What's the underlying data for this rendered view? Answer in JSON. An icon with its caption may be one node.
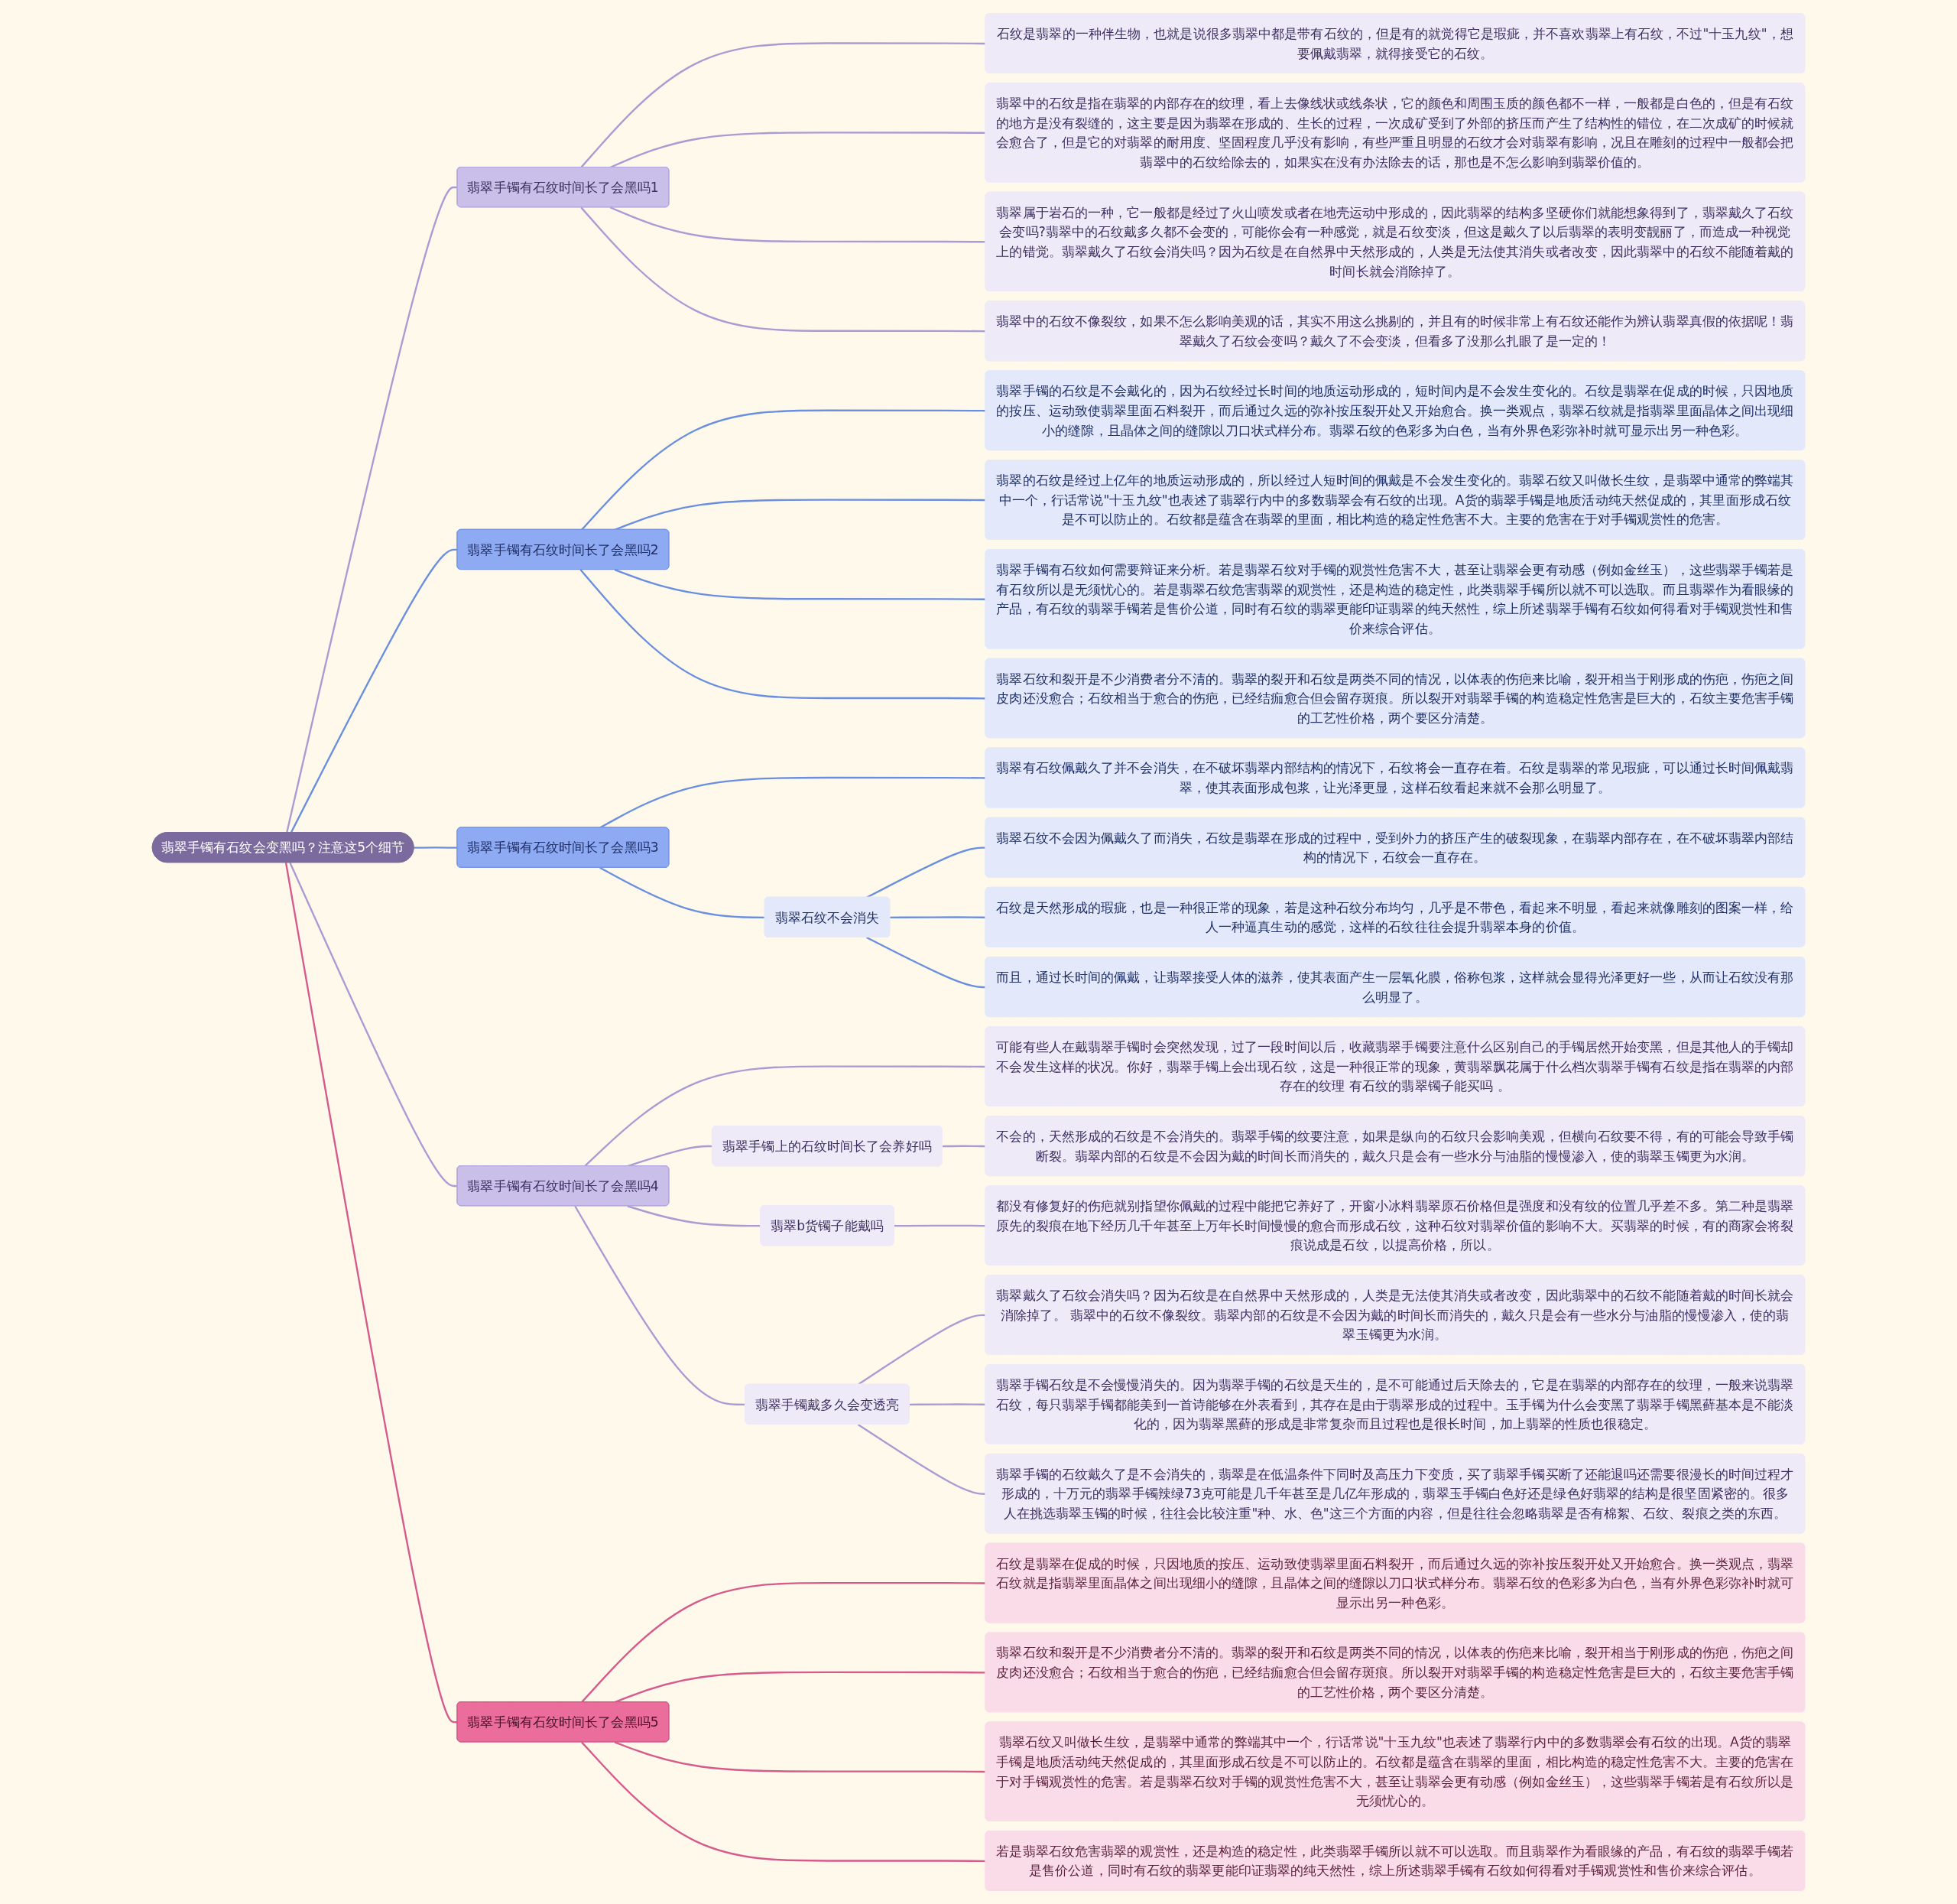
{
  "diagram": {
    "nodes": [
      {
        "text": [
          "翡翠手镯有石纹会变黑吗？注意这5个细节"
        ]
      },
      {
        "text": [
          "翡翠手镯有石纹时间长了会黑吗1"
        ]
      },
      {
        "text": [
          "石纹是翡翠的一种伴生物，也就是说很多翡翠中都是带有石纹的，但是有的就觉得它是瑕疵，并不喜欢翡翠上有石纹，不过\"十玉九纹\"，想要佩戴翡翠，就得接受它的石纹。"
        ]
      },
      {
        "text": [
          "翡翠中的石纹是指在翡翠的内部存在的纹理，看上去像线状或线条状，它的颜色和周围玉质的颜色都不一样，一般都是白色的，但是有石纹的地方是没有裂缝的，这主要是因为翡翠在形成的、生长的过程，一次成矿受到了外部的挤压而产生了结构性的错位，在二次成矿的时候就会愈合了，但是它的对翡翠的耐用度、坚固程度几乎没有影响，有些严重且明显的石纹才会对翡翠有影响，况且在雕刻的过程中一般都会把翡翠中的石纹给除去的，如果实在没有办法除去的话，那也是不怎么影响到翡翠价值的。"
        ]
      },
      {
        "text": [
          "翡翠属于岩石的一种，它一般都是经过了火山喷发或者在地壳运动中形成的，因此翡翠的结构多坚硬你们就能想象得到了，翡翠戴久了石纹会变吗?翡翠中的石纹戴多久都不会变的，可能你会有一种感觉，就是石纹变淡，但这是戴久了以后翡翠的表明变靓丽了，而造成一种视觉上的错觉。翡翠戴久了石纹会消失吗？因为石纹是在自然界中天然形成的，人类是无法使其消失或者改变，因此翡翠中的石纹不能随着戴的时间长就会消除掉了。"
        ]
      },
      {
        "text": [
          "翡翠中的石纹不像裂纹，如果不怎么影响美观的话，其实不用这么挑剔的，并且有的时候非常上有石纹还能作为辨认翡翠真假的依据呢！翡翠戴久了石纹会变吗？戴久了不会变淡，但看多了没那么扎眼了是一定的！"
        ]
      },
      {
        "text": [
          "翡翠手镯有石纹时间长了会黑吗2"
        ]
      },
      {
        "text": [
          "翡翠手镯的石纹是不会戴化的，因为石纹经过长时间的地质运动形成的，短时间内是不会发生变化的。石纹是翡翠在促成的时候，只因地质的按压、运动致使翡翠里面石料裂开，而后通过久远的弥补按压裂开处又开始愈合。换一类观点，翡翠石纹就是指翡翠里面晶体之间出现细小的缝隙，且晶体之间的缝隙以刀口状式样分布。翡翠石纹的色彩多为白色，当有外界色彩弥补时就可显示出另一种色彩。"
        ]
      },
      {
        "text": [
          "翡翠的石纹是经过上亿年的地质运动形成的，所以经过人短时间的佩戴是不会发生变化的。翡翠石纹又叫做长生纹，是翡翠中通常的弊端其中一个，行话常说\"十玉九纹\"也表述了翡翠行内中的多数翡翠会有石纹的出现。A货的翡翠手镯是地质活动纯天然促成的，其里面形成石纹是不可以防止的。石纹都是蕴含在翡翠的里面，相比构造的稳定性危害不大。主要的危害在于对手镯观赏性的危害。"
        ]
      },
      {
        "text": [
          "翡翠手镯有石纹如何需要辩证来分析。若是翡翠石纹对手镯的观赏性危害不大，甚至让翡翠会更有动感（例如金丝玉），这些翡翠手镯若是有石纹所以是无须忧心的。若是翡翠石纹危害翡翠的观赏性，还是构造的稳定性，此类翡翠手镯所以就不可以选取。而且翡翠作为看眼缘的产品，有石纹的翡翠手镯若是售价公道，同时有石纹的翡翠更能印证翡翠的纯天然性，综上所述翡翠手镯有石纹如何得看对手镯观赏性和售价来综合评估。"
        ]
      },
      {
        "text": [
          "翡翠石纹和裂开是不少消费者分不清的。翡翠的裂开和石纹是两类不同的情况，以体表的伤疤来比喻，裂开相当于刚形成的伤疤，伤疤之间皮肉还没愈合；石纹相当于愈合的伤疤，已经结痂愈合但会留存斑痕。所以裂开对翡翠手镯的构造稳定性危害是巨大的，石纹主要危害手镯的工艺性价格，两个要区分清楚。"
        ]
      },
      {
        "text": [
          "翡翠手镯有石纹时间长了会黑吗3"
        ]
      },
      {
        "text": [
          "翡翠有石纹佩戴久了并不会消失，在不破坏翡翠内部结构的情况下，石纹将会一直存在着。石纹是翡翠的常见瑕疵，可以通过长时间佩戴翡翠，使其表面形成包浆，让光泽更显，这样石纹看起来就不会那么明显了。"
        ]
      },
      {
        "text": [
          "翡翠石纹不会消失"
        ]
      },
      {
        "text": [
          "翡翠石纹不会因为佩戴久了而消失，石纹是翡翠在形成的过程中，受到外力的挤压产生的破裂现象，在翡翠内部存在，在不破坏翡翠内部结构的情况下，石纹会一直存在。"
        ]
      },
      {
        "text": [
          "石纹是天然形成的瑕疵，也是一种很正常的现象，若是这种石纹分布均匀，几乎是不带色，看起来不明显，看起来就像雕刻的图案一样，给人一种逼真生动的感觉，这样的石纹往往会提升翡翠本身的价值。"
        ]
      },
      {
        "text": [
          "而且，通过长时间的佩戴，让翡翠接受人体的滋养，使其表面产生一层氧化膜，俗称包浆，这样就会显得光泽更好一些，从而让石纹没有那么明显了。"
        ]
      },
      {
        "text": [
          "翡翠手镯有石纹时间长了会黑吗4"
        ]
      },
      {
        "text": [
          "可能有些人在戴翡翠手镯时会突然发现，过了一段时间以后，收藏翡翠手镯要注意什么区别自己的手镯居然开始变黑，但是其他人的手镯却不会发生这样的状况。你好，翡翠手镯上会出现石纹，这是一种很正常的现象，黄翡翠飘花属于什么档次翡翠手镯有石纹是指在翡翠的内部存在的纹理 有石纹的翡翠镯子能买吗 。"
        ]
      },
      {
        "text": [
          "翡翠手镯上的石纹时间长了会养好吗"
        ]
      },
      {
        "text": [
          "不会的，天然形成的石纹是不会消失的。翡翠手镯的纹要注意，如果是纵向的石纹只会影响美观，但横向石纹要不得，有的可能会导致手镯断裂。翡翠内部的石纹是不会因为戴的时间长而消失的，戴久只是会有一些水分与油脂的慢慢渗入，使的翡翠玉镯更为水润。"
        ]
      },
      {
        "text": [
          "翡翠b货镯子能戴吗"
        ]
      },
      {
        "text": [
          "都没有修复好的伤疤就别指望你佩戴的过程中能把它养好了，开窗小冰料翡翠原石价格但是强度和没有纹的位置几乎差不多。第二种是翡翠原先的裂痕在地下经历几千年甚至上万年长时间慢慢的愈合而形成石纹，这种石纹对翡翠价值的影响不大。买翡翠的时候，有的商家会将裂痕说成是石纹，以提高价格，所以。"
        ]
      },
      {
        "text": [
          "翡翠手镯戴多久会变透亮"
        ]
      },
      {
        "text": [
          "翡翠戴久了石纹会消失吗？因为石纹是在自然界中天然形成的，人类是无法使其消失或者改变，因此翡翠中的石纹不能随着戴的时间长就会消除掉了。 翡翠中的石纹不像裂纹。翡翠内部的石纹是不会因为戴的时间长而消失的，戴久只是会有一些水分与油脂的慢慢渗入，使的翡翠玉镯更为水润。"
        ]
      },
      {
        "text": [
          "翡翠手镯石纹是不会慢慢消失的。因为翡翠手镯的石纹是天生的，是不可能通过后天除去的，它是在翡翠的内部存在的纹理，一般来说翡翠石纹，每只翡翠手镯都能美到一首诗能够在外表看到，其存在是由于翡翠形成的过程中。玉手镯为什么会变黑了翡翠手镯黑藓基本是不能淡化的，因为翡翠黑藓的形成是非常复杂而且过程也是很长时间，加上翡翠的性质也很稳定。"
        ]
      },
      {
        "text": [
          "翡翠手镯的石纹戴久了是不会消失的，翡翠是在低温条件下同时及高压力下变质，买了翡翠手镯买断了还能退吗还需要很漫长的时间过程才形成的，十万元的翡翠手镯辣绿73克可能是几千年甚至是几亿年形成的，翡翠玉手镯白色好还是绿色好翡翠的结构是很坚固紧密的。很多人在挑选翡翠玉镯的时候，往往会比较注重\"种、水、色\"这三个方面的内容，但是往往会忽略翡翠是否有棉絮、石纹、裂痕之类的东西。"
        ]
      },
      {
        "text": [
          "翡翠手镯有石纹时间长了会黑吗5"
        ]
      },
      {
        "text": [
          "石纹是翡翠在促成的时候，只因地质的按压、运动致使翡翠里面石料裂开，而后通过久远的弥补按压裂开处又开始愈合。换一类观点，翡翠石纹就是指翡翠里面晶体之间出现细小的缝隙，且晶体之间的缝隙以刀口状式样分布。翡翠石纹的色彩多为白色，当有外界色彩弥补时就可显示出另一种色彩。"
        ]
      },
      {
        "text": [
          "翡翠石纹和裂开是不少消费者分不清的。翡翠的裂开和石纹是两类不同的情况，以体表的伤疤来比喻，裂开相当于刚形成的伤疤，伤疤之间皮肉还没愈合；石纹相当于愈合的伤疤，已经结痂愈合但会留存斑痕。所以裂开对翡翠手镯的构造稳定性危害是巨大的，石纹主要危害手镯的工艺性价格，两个要区分清楚。"
        ]
      },
      {
        "text": [
          "翡翠石纹又叫做长生纹，是翡翠中通常的弊端其中一个，行话常说\"十玉九纹\"也表述了翡翠行内中的多数翡翠会有石纹的出现。A货的翡翠手镯是地质活动纯天然促成的，其里面形成石纹是不可以防止的。石纹都是蕴含在翡翠的里面，相比构造的稳定性危害不大。主要的危害在于对手镯观赏性的危害。若是翡翠石纹对手镯的观赏性危害不大，甚至让翡翠会更有动感（例如金丝玉），这些翡翠手镯若是有石纹所以是无须忧心的。"
        ]
      },
      {
        "text": [
          "若是翡翠石纹危害翡翠的观赏性，还是构造的稳定性，此类翡翠手镯所以就不可以选取。而且翡翠作为看眼缘的产品，有石纹的翡翠手镯若是售价公道，同时有石纹的翡翠更能印证翡翠的纯天然性，综上所述翡翠手镯有石纹如何得看对手镯观赏性和售价来综合评估。"
        ]
      }
    ],
    "edges": [
      {
        "from": 0,
        "to": 1,
        "arrow": "none"
      },
      {
        "from": 1,
        "to": 2,
        "arrow": "none"
      },
      {
        "from": 1,
        "to": 3,
        "arrow": "none"
      },
      {
        "from": 1,
        "to": 4,
        "arrow": "none"
      },
      {
        "from": 1,
        "to": 5,
        "arrow": "none"
      },
      {
        "from": 0,
        "to": 6,
        "arrow": "none",
        "color": "#6b8fe0"
      },
      {
        "from": 6,
        "to": 7,
        "arrow": "none",
        "color": "#6b8fe0"
      },
      {
        "from": 6,
        "to": 8,
        "arrow": "none",
        "color": "#6b8fe0"
      },
      {
        "from": 6,
        "to": 9,
        "arrow": "none",
        "color": "#6b8fe0"
      },
      {
        "from": 6,
        "to": 10,
        "arrow": "none",
        "color": "#6b8fe0"
      },
      {
        "from": 0,
        "to": 11,
        "arrow": "none",
        "color": "#6b8fe0"
      },
      {
        "from": 11,
        "to": 12,
        "arrow": "none",
        "color": "#6b8fe0"
      },
      {
        "from": 11,
        "to": 13,
        "arrow": "none",
        "color": "#6b8fe0"
      },
      {
        "from": 13,
        "to": 14,
        "arrow": "none",
        "color": "#6b8fe0"
      },
      {
        "from": 13,
        "to": 15,
        "arrow": "none",
        "color": "#6b8fe0"
      },
      {
        "from": 13,
        "to": 16,
        "arrow": "none",
        "color": "#6b8fe0"
      },
      {
        "from": 0,
        "to": 17,
        "arrow": "none"
      },
      {
        "from": 17,
        "to": 18,
        "arrow": "none"
      },
      {
        "from": 17,
        "to": 19,
        "arrow": "none"
      },
      {
        "from": 19,
        "to": 20,
        "arrow": "none"
      },
      {
        "from": 17,
        "to": 21,
        "arrow": "none"
      },
      {
        "from": 21,
        "to": 22,
        "arrow": "none"
      },
      {
        "from": 17,
        "to": 23,
        "arrow": "none"
      },
      {
        "from": 23,
        "to": 24,
        "arrow": "none"
      },
      {
        "from": 23,
        "to": 25,
        "arrow": "none"
      },
      {
        "from": 23,
        "to": 26,
        "arrow": "none"
      },
      {
        "from": 0,
        "to": 27,
        "arrow": "none",
        "color": "#d65a8c"
      },
      {
        "from": 27,
        "to": 28,
        "arrow": "none",
        "color": "#d65a8c"
      },
      {
        "from": 27,
        "to": 29,
        "arrow": "none",
        "color": "#d65a8c"
      },
      {
        "from": 27,
        "to": 30,
        "arrow": "none",
        "color": "#d65a8c"
      },
      {
        "from": 27,
        "to": 31,
        "arrow": "none",
        "color": "#d65a8c"
      }
    ]
  }
}
